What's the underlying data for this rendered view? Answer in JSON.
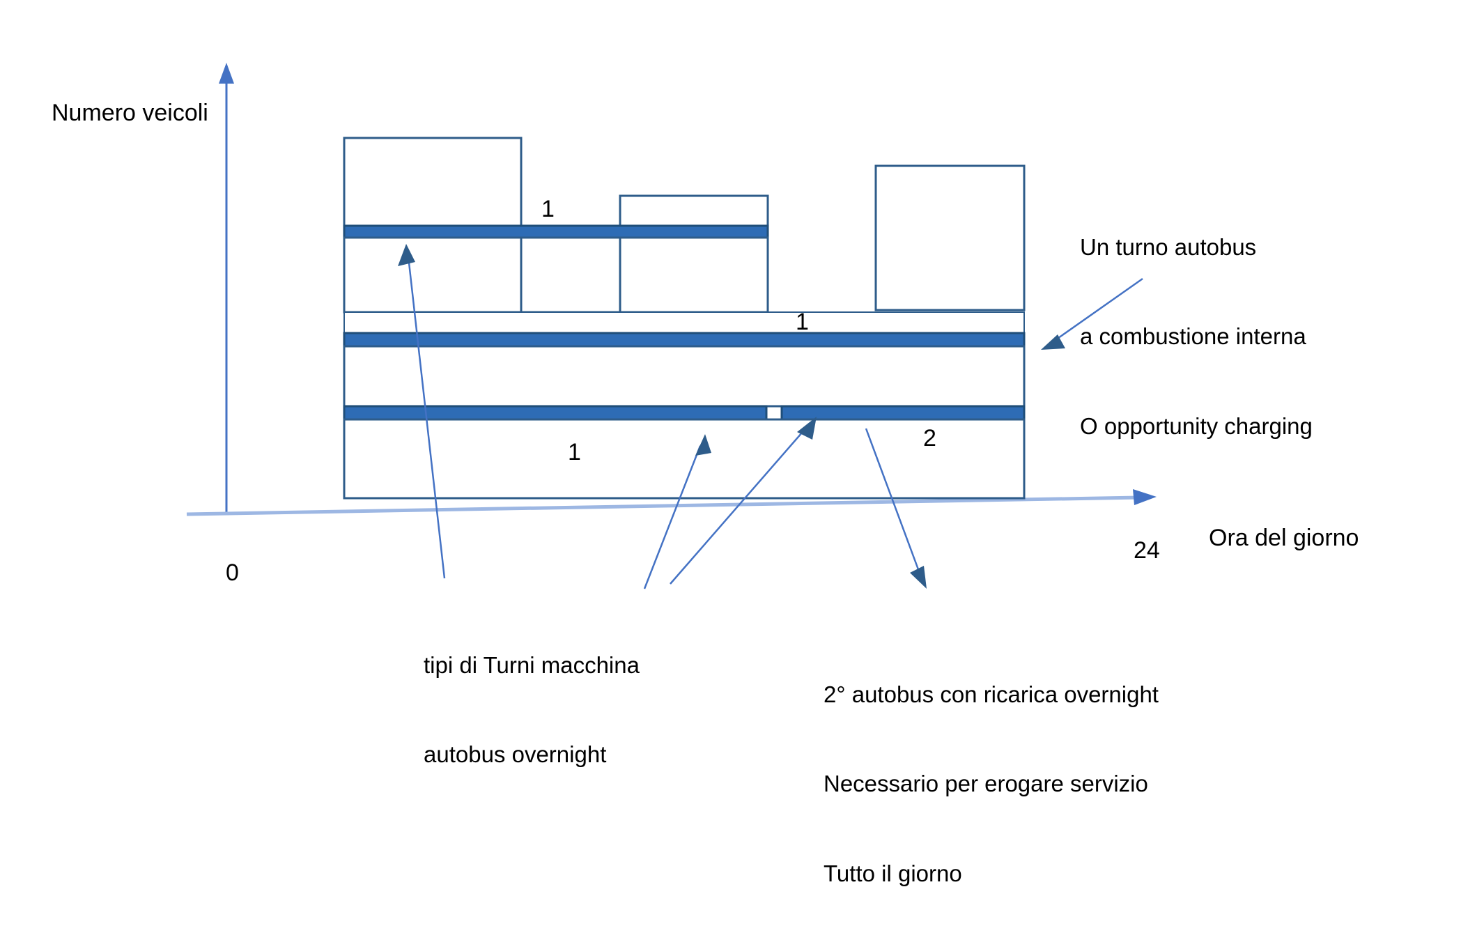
{
  "figure": {
    "type": "schematic-stacked-bar-timeline",
    "palette": {
      "bar_fill": "#2E6CB5",
      "bar_stroke": "#1F4E79",
      "box_stroke": "#2E5C8A",
      "axis": "#8FAADC",
      "arrow": "#4472C4",
      "text": "#000000",
      "background": "#FFFFFF"
    },
    "axes": {
      "y_label": "Numero veicoli",
      "x_label": "Ora del giorno",
      "x_start_tick": "0",
      "x_end_tick": "24"
    },
    "value_labels": [
      {
        "text": "1",
        "note": "top block count"
      },
      {
        "text": "1",
        "note": "mid block count"
      },
      {
        "text": "1",
        "note": "lower-left block count"
      },
      {
        "text": "2",
        "note": "lower-right block count"
      }
    ],
    "annotations": [
      {
        "id": "internal-combustion",
        "lines": [
          "Un turno autobus",
          "a combustione interna",
          "O opportunity charging"
        ]
      },
      {
        "id": "shift-types",
        "lines": [
          "tipi di Turni macchina",
          "autobus overnight"
        ]
      },
      {
        "id": "second-overnight-bus",
        "lines": [
          "2° autobus con ricarica overnight",
          "Necessario per erogare servizio",
          "Tutto il giorno"
        ]
      }
    ]
  },
  "chart_data": {
    "type": "bar",
    "title": "",
    "xlabel": "Ora del giorno",
    "ylabel": "Numero veicoli",
    "xlim": [
      0,
      24
    ],
    "grid": false,
    "legend": null,
    "categories": [
      "0",
      "24"
    ],
    "series": [
      {
        "name": "Turni macchina autobus overnight",
        "values": [
          1,
          1
        ]
      },
      {
        "name": "Turno autobus a combustione interna / opportunity charging",
        "values": [
          1,
          1
        ]
      },
      {
        "name": "2° autobus con ricarica overnight",
        "values": [
          2,
          2
        ]
      }
    ],
    "annotations_text": [
      "1",
      "1",
      "1",
      "2",
      "0",
      "24"
    ]
  }
}
